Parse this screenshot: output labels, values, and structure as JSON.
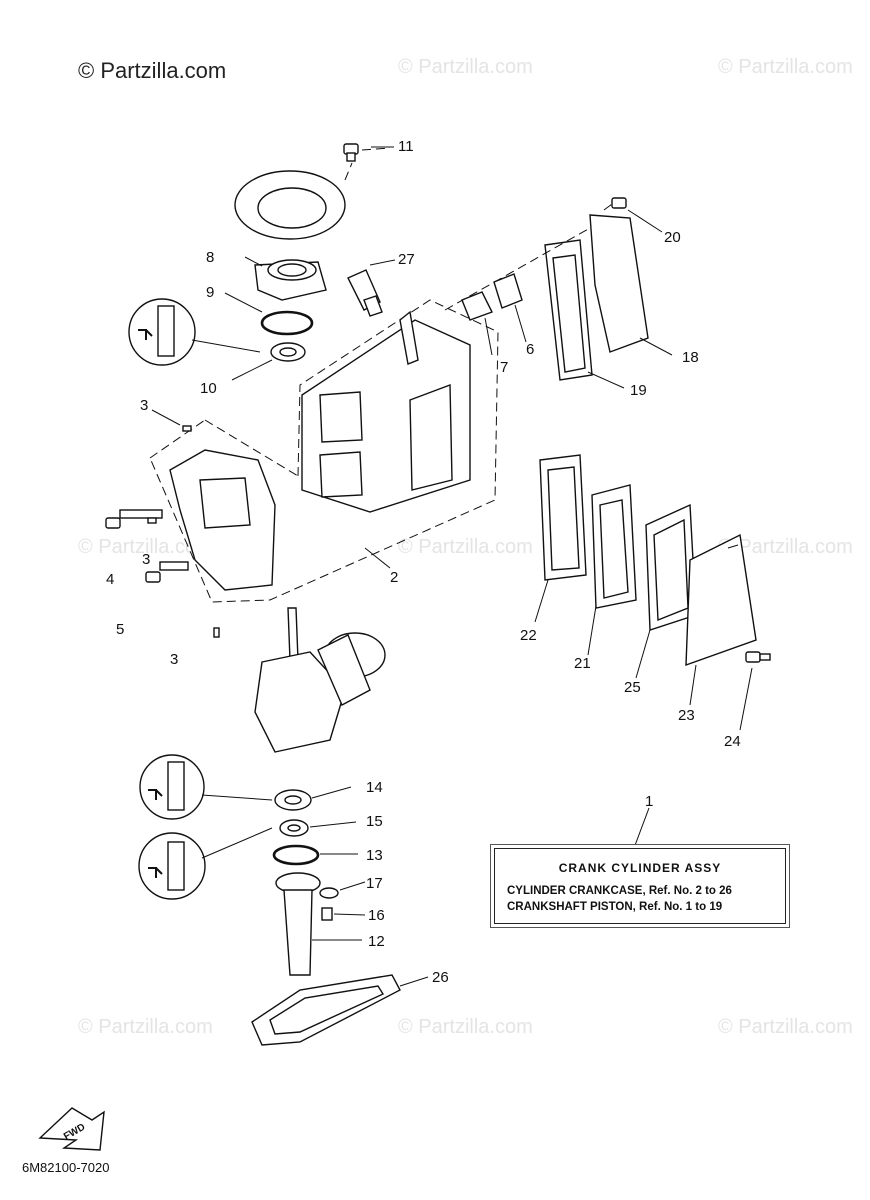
{
  "watermark_text": "© Partzilla.com",
  "logo_text": "© Partzilla.com",
  "diagram_code": "6M82100-7020",
  "fwd_label": "FWD",
  "info_box": {
    "title": "CRANK CYLINDER ASSY",
    "line1": "CYLINDER CRANKCASE, Ref. No. 2 to 26",
    "line2": "CRANKSHAFT PISTON,  Ref. No. 1 to 19"
  },
  "callouts": [
    "1",
    "2",
    "3",
    "3",
    "3",
    "4",
    "5",
    "6",
    "7",
    "8",
    "9",
    "10",
    "11",
    "12",
    "13",
    "14",
    "15",
    "16",
    "17",
    "18",
    "19",
    "20",
    "21",
    "22",
    "23",
    "24",
    "25",
    "26",
    "27"
  ]
}
